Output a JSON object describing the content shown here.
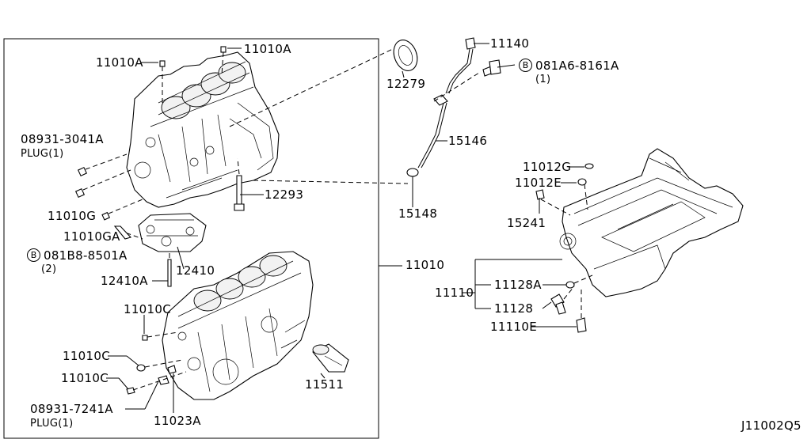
{
  "diagram_id": "J11002Q5",
  "bolt_marker": "B",
  "parts": {
    "p11010A_top": "11010A",
    "p11010A_left": "11010A",
    "p08931_3041A": "08931-3041A",
    "plug1_top": "PLUG(1)",
    "p11010G": "11010G",
    "p11010GA": "11010GA",
    "p081B8_8501A": "081B8-8501A",
    "qty2": "(2)",
    "p12410A": "12410A",
    "p12410": "12410",
    "p12293": "12293",
    "p11010C_a": "11010C",
    "p11010C_b": "11010C",
    "p11010C_c": "11010C",
    "p08931_7241A": "08931-7241A",
    "plug1_bottom": "PLUG(1)",
    "p11023A": "11023A",
    "p11511": "11511",
    "p11010": "11010",
    "p12279": "12279",
    "p11140": "11140",
    "p081A6_8161A": "081A6-8161A",
    "qty1": "(1)",
    "p15146": "15146",
    "p15148": "15148",
    "p11012G": "11012G",
    "p11012E": "11012E",
    "p15241": "15241",
    "p11110": "11110",
    "p11128A": "11128A",
    "p11128": "11128",
    "p11110E": "11110E"
  }
}
